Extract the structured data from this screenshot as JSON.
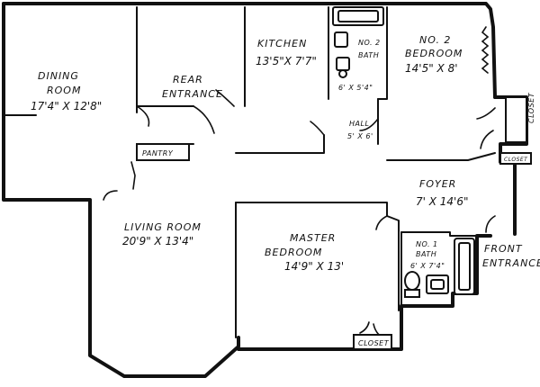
{
  "rooms": {
    "dining": {
      "name_1": "DINING",
      "name_2": "ROOM",
      "dims": "17'4\" X 12'8\""
    },
    "rear_entrance": {
      "name_1": "REAR",
      "name_2": "ENTRANCE"
    },
    "kitchen": {
      "name": "KITCHEN",
      "dims": "13'5\"X 7'7\""
    },
    "bath2": {
      "name_1": "NO. 2",
      "name_2": "BATH",
      "dims": "6' X 5'4\""
    },
    "bedroom2": {
      "name_1": "NO. 2",
      "name_2": "BEDROOM",
      "dims": "14'5\" X 8'"
    },
    "hall": {
      "name": "HALL",
      "dims": "5' X 6'"
    },
    "pantry": {
      "name": "PANTRY"
    },
    "foyer": {
      "name": "FOYER",
      "dims": "7' X 14'6\""
    },
    "living": {
      "name": "LIVING ROOM",
      "dims": "20'9\" X 13'4\""
    },
    "master": {
      "name_1": "MASTER",
      "name_2": "BEDROOM",
      "dims": "14'9\" X 13'"
    },
    "bath1": {
      "name_1": "NO. 1",
      "name_2": "BATH",
      "dims": "6' X 7'4\""
    },
    "front_entrance": {
      "name_1": "FRONT",
      "name_2": "ENTRANCE"
    },
    "closet_right": {
      "name": "CLOSET"
    },
    "closet_small": {
      "name": "CLOSET"
    },
    "closet_bottom": {
      "name": "CLOSET"
    }
  }
}
